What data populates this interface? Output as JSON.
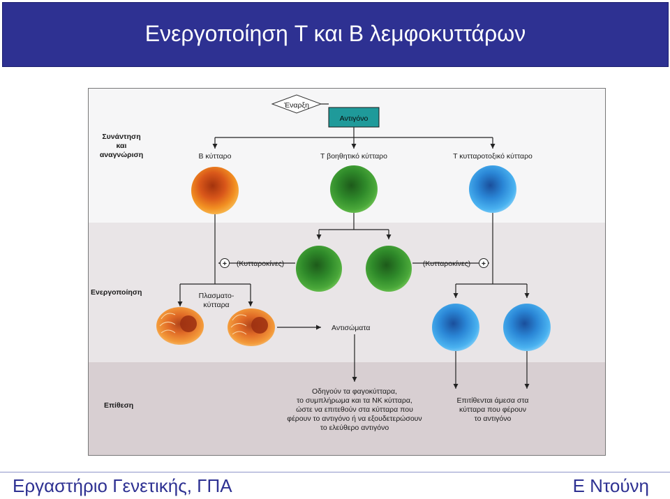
{
  "slide": {
    "title": "Ενεργοποίηση T και B λεμφοκυττάρων",
    "footer_left": "Εργαστήριο Γενετικής, ΓΠΑ",
    "footer_right": "Ε Ντούνη"
  },
  "diagram": {
    "start_label": "Έναρξη",
    "antigen_label": "Αντιγόνο",
    "stages": {
      "recognition": [
        "Συνάντηση",
        "και",
        "αναγνώριση"
      ],
      "activation": "Ενεργοποίηση",
      "attack": "Επίθεση"
    },
    "cells": {
      "b_cell": "Β κύτταρο",
      "t_helper": "Τ βοηθητικό κύτταρο",
      "t_cytotoxic": "Τ κυτταροτοξικό κύτταρο"
    },
    "cytokines_left": "(Κυτταροκίνες)",
    "cytokines_right": "(Κυτταροκίνες)",
    "plus_sign": "+",
    "plasma_cells": [
      "Πλασματο-",
      "κύτταρα"
    ],
    "antibodies": "Αντισώματα",
    "b_outcome": [
      "Οδηγούν τα φαγοκύτταρα,",
      "το συμπλήρωμα και τα ΝΚ κύτταρα,",
      "ώστε να επιτεθούν στα κύτταρα που",
      "φέρουν το αντιγόνο ή να εξουδετερώσουν",
      "το ελεύθερο αντιγόνο"
    ],
    "t_outcome": [
      "Επιτίθενται άμεσα στα",
      "κύτταρα που φέρουν",
      "το αντιγόνο"
    ],
    "colors": {
      "b_cell": "#e8731c",
      "t_helper": "#2f8a2a",
      "t_cytotoxic": "#2a86d6",
      "antigen_box": "#1f9a9a",
      "title_bg": "#2e3192"
    }
  }
}
